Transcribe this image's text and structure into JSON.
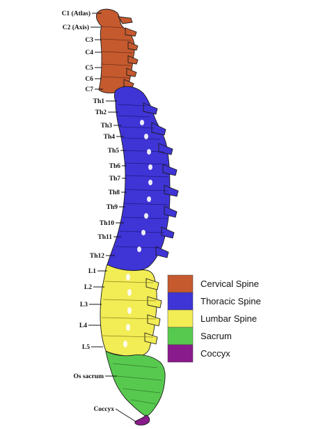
{
  "colors": {
    "cervical": "#C55A2F",
    "thoracic": "#3F34D6",
    "lumbar": "#F2EC55",
    "sacrum": "#58C94F",
    "coccyx": "#8A1B8C"
  },
  "labels": {
    "c1": "C1 (Atlas)",
    "c2": "C2 (Axis)",
    "c3": "C3",
    "c4": "C4",
    "c5": "C5",
    "c6": "C6",
    "c7": "C7",
    "th1": "Th1",
    "th2": "Th2",
    "th3": "Th3",
    "th4": "Th4",
    "th5": "Th5",
    "th6": "Th6",
    "th7": "Th7",
    "th8": "Th8",
    "th9": "Th9",
    "th10": "Th10",
    "th11": "Th11",
    "th12": "Th12",
    "l1": "L1",
    "l2": "L2",
    "l3": "L3",
    "l4": "L4",
    "l5": "L5",
    "os_sacrum": "Os sacrum",
    "coccyx": "Coccyx"
  },
  "legend": {
    "cervical": "Cervical Spine",
    "thoracic": "Thoracic Spine",
    "lumbar": "Lumbar Spine",
    "sacrum": "Sacrum",
    "coccyx": "Coccyx"
  }
}
